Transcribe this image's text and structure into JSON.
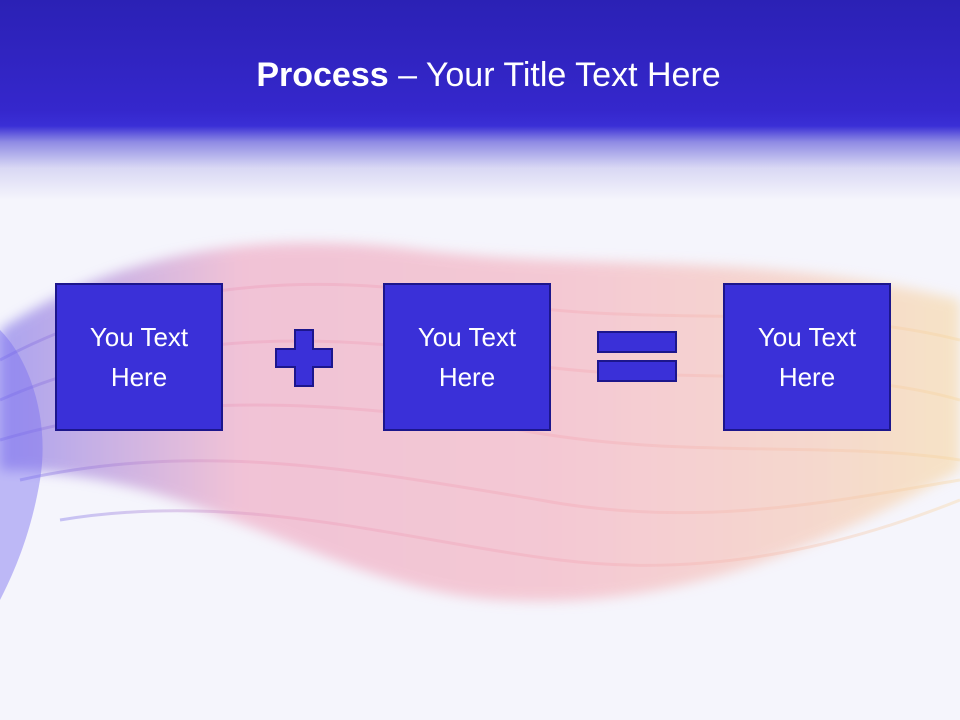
{
  "slide": {
    "title_bold": "Process",
    "title_rest": " – Your Title Text Here"
  },
  "process": {
    "boxes": [
      {
        "text": "You Text Here"
      },
      {
        "text": "You Text Here"
      },
      {
        "text": "You Text Here"
      }
    ],
    "operators": [
      "plus-icon",
      "equals-icon"
    ]
  },
  "colors": {
    "header_blue": "#3527cc",
    "box_fill": "#3a30d8",
    "box_border": "#1c168c",
    "text": "#ffffff"
  }
}
